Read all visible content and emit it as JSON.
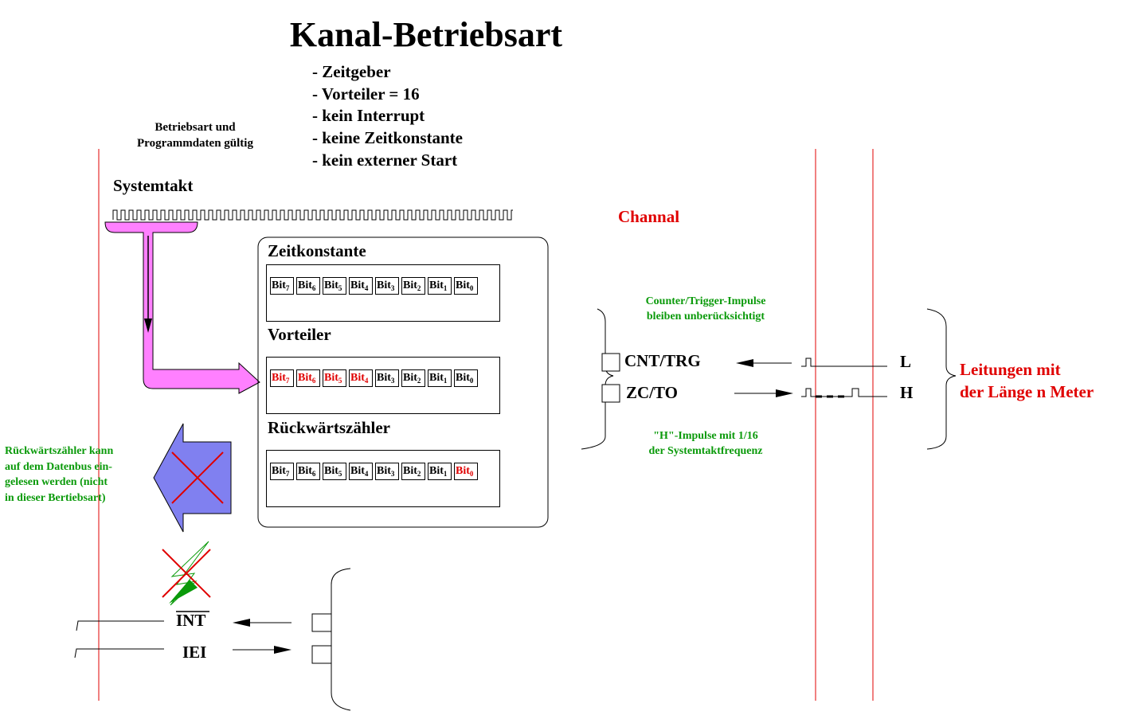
{
  "title": "Kanal-Betriebsart",
  "mode_list": [
    "- Zeitgeber",
    "- Vorteiler = 16",
    "- kein Interrupt",
    "- keine Zeitkonstante",
    "- kein externer Start"
  ],
  "valid_note": {
    "line1": "Betriebsart und",
    "line2": "Programmdaten gültig"
  },
  "systemtakt": "Systemtakt",
  "channal": "Channal",
  "registers": [
    {
      "label": "Zeitkonstante",
      "red_bits": []
    },
    {
      "label": "Vorteiler",
      "red_bits": [
        7,
        6,
        5,
        4
      ]
    },
    {
      "label": "Rückwärtszähler",
      "red_bits": [
        0
      ]
    }
  ],
  "bit_word": "Bit",
  "bit_indices": [
    "7",
    "6",
    "5",
    "4",
    "3",
    "2",
    "1",
    "0"
  ],
  "counter_note": {
    "line1": "Counter/Trigger-Impulse",
    "line2": "bleiben unberücksichtigt"
  },
  "pulse_note": {
    "line1": "\"H\"-Impulse mit 1/16",
    "line2": "der Systemtaktfrequenz"
  },
  "pins": {
    "cnt": "CNT/TRG",
    "zc": "ZC/TO",
    "int": "INT",
    "iei": "IEI"
  },
  "levels": {
    "l": "L",
    "h": "H"
  },
  "cables": {
    "line1": "Leitungen mit",
    "line2": "der Länge n Meter"
  },
  "readback_note": {
    "line1": "Rückwärtszähler kann",
    "line2": "auf dem Datenbus ein-",
    "line3": "gelesen werden (nicht",
    "line4": "in dieser Bertiebsart)"
  },
  "colors": {
    "accent_red": "#e00000",
    "note_green": "#0a9a0a",
    "pink": "#ff80ff",
    "blue": "#8080f0"
  }
}
